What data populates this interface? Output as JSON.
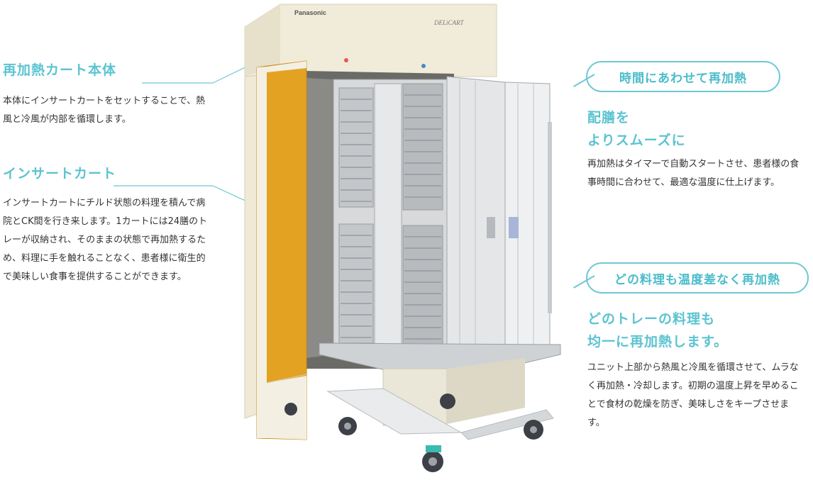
{
  "left": {
    "section1": {
      "heading": "再加熱カート本体",
      "body": "本体にインサートカートをセットすることで、熱風と冷風が内部を循環します。"
    },
    "section2": {
      "heading": "インサートカート",
      "body": "インサートカートにチルド状態の料理を積んで病院とCK間を行き来します。1カートには24膳のトレーが収納され、そのままの状態で再加熱するため、料理に手を触れることなく、患者様に衛生的で美味しい食事を提供することができます。"
    }
  },
  "product": {
    "brand": "Panasonic",
    "model": "DELiCART"
  },
  "right": {
    "feature1": {
      "pill": "時間にあわせて再加熱",
      "sub_line1": "配膳を",
      "sub_line2": "よりスムーズに",
      "body": "再加熱はタイマーで自動スタートさせ、患者様の食事時間に合わせて、最適な温度に仕上げます。"
    },
    "feature2": {
      "pill": "どの料理も温度差なく再加熱",
      "sub_line1": "どのトレーの料理も",
      "sub_line2": "均一に再加熱します。",
      "body": "ユニット上部から熱風と冷風を循環させて、ムラなく再加熱・冷却します。初期の温度上昇を早めることで食材の乾燥を防ぎ、美味しさをキープさせます。"
    }
  },
  "colors": {
    "accent": "#5cc3d1",
    "door": "#e4a223",
    "cabinet": "#f1ecd9"
  }
}
